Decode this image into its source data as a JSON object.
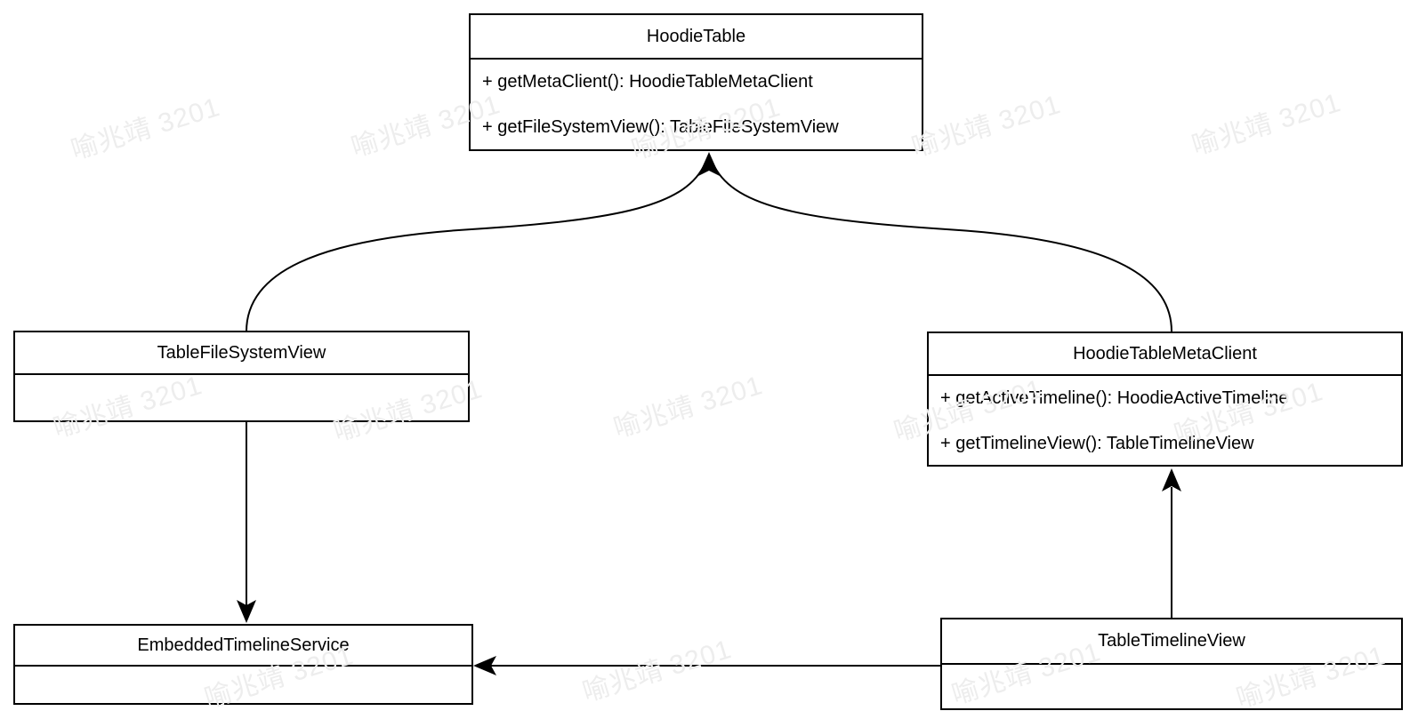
{
  "diagram": {
    "kind": "uml-class-diagram",
    "colors": {
      "stroke": "#000000",
      "box_fill": "#ffffff",
      "watermark": "#ededed"
    },
    "watermark": {
      "text": "喻兆靖 3201"
    },
    "classes": [
      {
        "name": "HoodieTable",
        "methods": [
          "+ getMetaClient(): HoodieTableMetaClient",
          "+ getFileSystemView(): TableFileSystemView"
        ]
      },
      {
        "name": "TableFileSystemView",
        "methods": []
      },
      {
        "name": "HoodieTableMetaClient",
        "methods": [
          "+ getActiveTimeline(): HoodieActiveTimeline",
          "+ getTimelineView(): TableTimelineView"
        ]
      },
      {
        "name": "EmbeddedTimelineService",
        "methods": []
      },
      {
        "name": "TableTimelineView",
        "methods": []
      }
    ],
    "relations": [
      {
        "from": "TableFileSystemView",
        "to": "HoodieTable",
        "style": "curved, filled arrowhead at HoodieTable bottom"
      },
      {
        "from": "HoodieTableMetaClient",
        "to": "HoodieTable",
        "style": "curved, filled arrowhead at HoodieTable bottom"
      },
      {
        "from": "TableFileSystemView",
        "to": "EmbeddedTimelineService",
        "style": "straight vertical, arrowhead down"
      },
      {
        "from": "TableTimelineView",
        "to": "HoodieTableMetaClient",
        "style": "straight vertical, arrowhead up"
      },
      {
        "from": "TableTimelineView",
        "to": "EmbeddedTimelineService",
        "style": "straight horizontal, arrowhead left"
      }
    ]
  }
}
